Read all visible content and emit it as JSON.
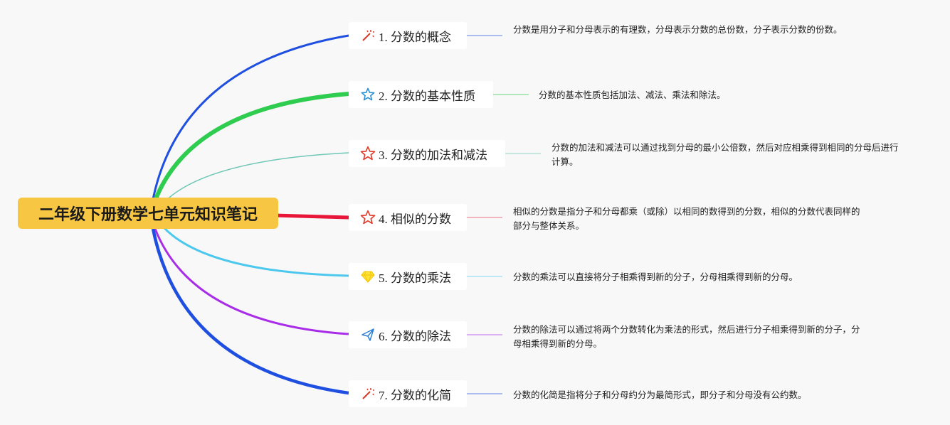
{
  "root": {
    "title": "二年级下册数学七单元知识笔记"
  },
  "branches": [
    {
      "label": "1. 分数的概念",
      "icon": "magic-wand-icon",
      "color": "#1f4fe0",
      "desc": "分数是用分子和分母表示的有理数，分母表示分数的总份数，分子表示分数的份数。"
    },
    {
      "label": "2. 分数的基本性质",
      "icon": "star-outline-icon",
      "color": "#2ecc4f",
      "desc": "分数的基本性质包括加法、减法、乘法和除法。"
    },
    {
      "label": "3. 分数的加法和减法",
      "icon": "star-red-icon",
      "color": "#6fc7b5",
      "desc": "分数的加法和减法可以通过找到分母的最小公倍数，然后对应相乘得到相同的分母后进行计算。"
    },
    {
      "label": "4. 相似的分数",
      "icon": "star-red-icon",
      "color": "#e8173a",
      "desc": "相似的分数是指分子和分母都乘（或除）以相同的数得到的分数，相似的分数代表同样的部分与整体关系。"
    },
    {
      "label": "5. 分数的乘法",
      "icon": "diamond-icon",
      "color": "#4cc8ee",
      "desc": "分数的乘法可以直接将分子相乘得到新的分子，分母相乘得到新的分母。"
    },
    {
      "label": "6. 分数的除法",
      "icon": "paper-plane-icon",
      "color": "#a92de8",
      "desc": "分数的除法可以通过将两个分数转化为乘法的形式，然后进行分子相乘得到新的分子，分母相乘得到新的分母。"
    },
    {
      "label": "7. 分数的化简",
      "icon": "magic-wand-icon",
      "color": "#1f4fe0",
      "desc": "分数的化简是指将分子和分母约分为最简形式，即分子和分母没有公约数。"
    }
  ]
}
